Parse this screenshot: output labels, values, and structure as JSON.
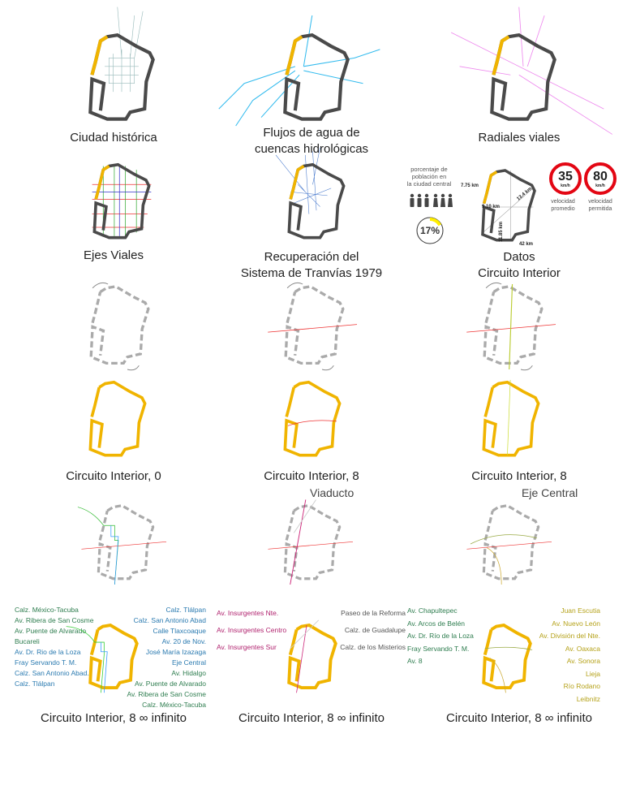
{
  "colors": {
    "circuit_yellow": "#f0b400",
    "circuit_dark": "#4a4a4a",
    "dashed": "#aaaaaa",
    "water": "#33bbee",
    "radial": "#ee88ee",
    "tram": "#4477cc",
    "red": "#e30613",
    "pink": "#dd3377",
    "green_text": "#2e7d4f",
    "blue_text": "#2a7ab0",
    "magenta_text": "#b0226e",
    "olive_text": "#b5a21a",
    "gray_text": "#555555"
  },
  "panels": {
    "historic": "Ciudad histórica",
    "water_1": "Flujos de agua de",
    "water_2": "cuencas hidrológicas",
    "radials": "Radiales viales",
    "axes": "Ejes Viales",
    "tram_1": "Recuperación del",
    "tram_2": "Sistema de Tranvías 1979",
    "data_1": "Datos",
    "data_2": "Circuito Interior",
    "ci0": "Circuito Interior,  0",
    "ci8a": "Circuito Interior,  8",
    "ci8a_sub": "Viaducto",
    "ci8b": "Circuito Interior,  8",
    "ci8b_sub": "Eje Central",
    "inf1": "Circuito Interior, 8 ∞ infinito",
    "inf2": "Circuito Interior, 8 ∞ infinito",
    "inf3": "Circuito Interior, 8 ∞ infinito"
  },
  "data_panel": {
    "pop_label_1": "porcentaje de",
    "pop_label_2": "población en",
    "pop_label_3": "la ciudad central",
    "pop_percent": "17%",
    "pop_fraction": 0.17,
    "dim_a": "7.75 km",
    "dim_b": "13.4 km",
    "dim_c": "9.10 km",
    "dim_d": "11.85 km",
    "dim_e": "42 km",
    "speed_avg": "35",
    "speed_avg_unit": "km/h",
    "speed_avg_label_1": "velocidad",
    "speed_avg_label_2": "promedio",
    "speed_max": "80",
    "speed_max_unit": "km/h",
    "speed_max_label_1": "velocidad",
    "speed_max_label_2": "permitida"
  },
  "list1_left": [
    "Calz. México-Tacuba",
    "Av. Ribera de San Cosme",
    "Av. Puente de Alvarado",
    "Bucareli",
    "Av. Dr. Rio de la Loza",
    "Fray Servando T. M.",
    "Calz. San Antonio Abad.",
    "Calz. Tlálpan"
  ],
  "list1_right": [
    "Calz. Tlálpan",
    "Calz. San Antonio Abad",
    "Calle Tlaxcoaque",
    "Av. 20 de Nov.",
    "José María Izazaga",
    "Eje Central",
    "Av. Hidalgo",
    "Av. Puente de Alvarado",
    "Av. Ribera de San Cosme",
    "Calz. México-Tacuba"
  ],
  "list2_left": [
    "Av. Insurgentes Nte.",
    "Av. Insurgentes Centro",
    "Av. Insurgentes Sur"
  ],
  "list2_right": [
    "Paseo de la Reforma",
    "Calz. de Guadalupe",
    "Calz. de los Misterios"
  ],
  "list3_left": [
    "Av. Chapultepec",
    "Av. Arcos de Belén",
    "Av. Dr. Río de la Loza",
    "Fray Servando T. M.",
    "Av. 8"
  ],
  "list3_right": [
    "Juan Escutia",
    "Av. Nuevo León",
    "Av. División del Nte.",
    "Av. Oaxaca",
    "Av. Sonora",
    "Lieja",
    "Río Rodano",
    "Leibnitz"
  ]
}
